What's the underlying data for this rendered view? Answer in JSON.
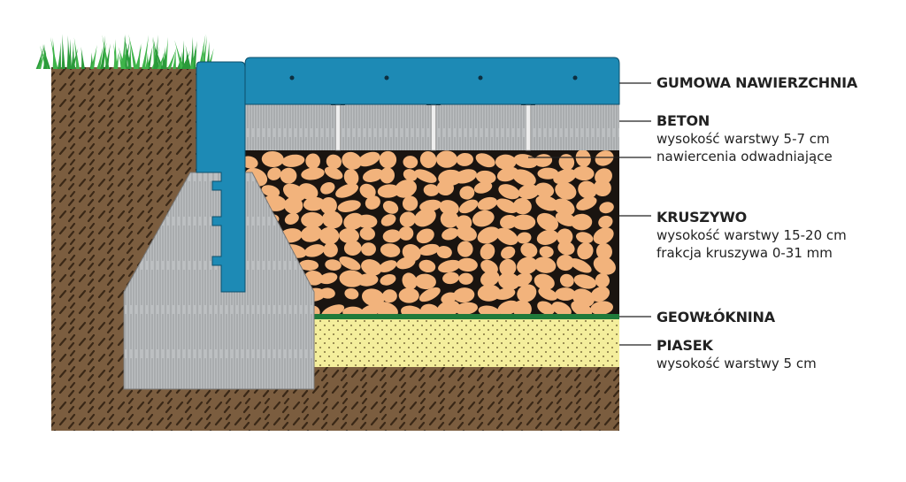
{
  "colors": {
    "soil": "#7b5d3f",
    "rubber": "#1d8ab5",
    "concrete": "#b9bcbe",
    "aggregate_stone": "#f2b37c",
    "geotextile": "#1f7a3a",
    "sand": "#f4ee9c",
    "grass": "#3fb44a"
  },
  "labels": {
    "rubber": {
      "title": "GUMOWA NAWIERZCHNIA"
    },
    "concrete": {
      "title": "BETON",
      "line1": "wysokość warstwy 5-7 cm",
      "line2": "nawiercenia odwadniające"
    },
    "aggregate": {
      "title": "KRUSZYWO",
      "line1": "wysokość warstwy 15-20 cm",
      "line2": "frakcja kruszywa 0-31 mm"
    },
    "geotextile": {
      "title": "GEOWŁÓKNINA"
    },
    "sand": {
      "title": "PIASEK",
      "line1": "wysokość warstwy 5 cm"
    }
  }
}
